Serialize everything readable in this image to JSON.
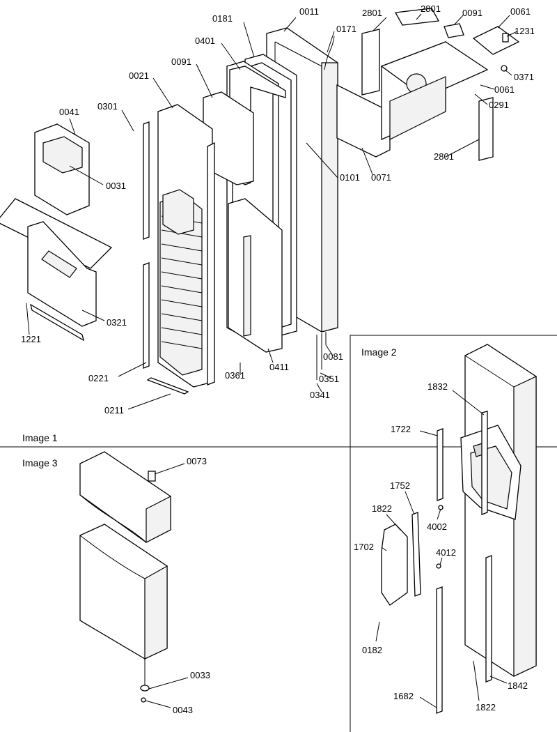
{
  "panels": {
    "image1": "Image 1",
    "image2": "Image 2",
    "image3": "Image 3"
  },
  "labels": {
    "p0011": "0011",
    "p0021": "0021",
    "p0031": "0031",
    "p0041": "0041",
    "p0061a": "0061",
    "p0061b": "0061",
    "p0071": "0071",
    "p0081": "0081",
    "p0091a": "0091",
    "p0091b": "0091",
    "p0101": "0101",
    "p0171": "0171",
    "p0181": "0181",
    "p0211": "0211",
    "p0221": "0221",
    "p0291": "0291",
    "p0301": "0301",
    "p0321": "0321",
    "p0341": "0341",
    "p0351": "0351",
    "p0361": "0361",
    "p0371": "0371",
    "p0401": "0401",
    "p0411": "0411",
    "p1221": "1221",
    "p1231": "1231",
    "p2801a": "2801",
    "p2801b": "2801",
    "p2801c": "2801",
    "p1832": "1832",
    "p1722": "1722",
    "p1752": "1752",
    "p1822a": "1822",
    "p1702": "1702",
    "p4002": "4002",
    "p4012": "4012",
    "p0182": "0182",
    "p1682": "1682",
    "p1822b": "1822",
    "p1842": "1842",
    "p0073": "0073",
    "p0033": "0033",
    "p0043": "0043"
  }
}
